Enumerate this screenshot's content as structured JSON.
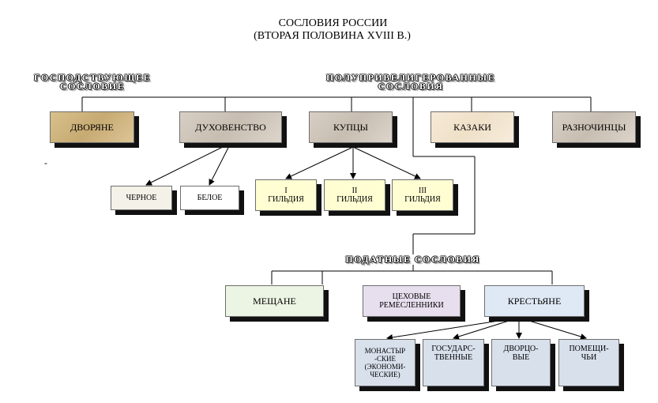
{
  "title": {
    "line1": "СОСЛОВИЯ РОССИИ",
    "line2": "(ВТОРАЯ ПОЛОВИНА XVIII В.)"
  },
  "groups": {
    "ruling_line1": "ГОСПОДСТВУЮЩЕЕ",
    "ruling_line2": "СОСЛОВИЕ",
    "semi_line1": "ПОЛУПРИВЕЛИГЕРОВАННЫЕ",
    "semi_line2": "СОСЛОВИЯ",
    "taxed": "ПОДАТНЫЕ СОСЛОВИЯ"
  },
  "estates": {
    "nobility": "ДВОРЯНЕ",
    "clergy": "ДУХОВЕНСТВО",
    "merchants": "КУПЦЫ",
    "cossacks": "КАЗАКИ",
    "raznochintsy": "РАЗНОЧИНЦЫ"
  },
  "clergy_types": {
    "black": "ЧЕРНОЕ",
    "white": "БЕЛОЕ"
  },
  "guilds": [
    {
      "numeral": "I",
      "label": "ГИЛЬДИЯ"
    },
    {
      "numeral": "II",
      "label": "ГИЛЬДИЯ"
    },
    {
      "numeral": "III",
      "label": "ГИЛЬДИЯ"
    }
  ],
  "taxed_estates": {
    "townspeople": "МЕЩАНЕ",
    "artisans_line1": "ЦЕХОВЫЕ",
    "artisans_line2": "РЕМЕСЛЕННИКИ",
    "peasants": "КРЕСТЬЯНЕ"
  },
  "peasant_types": {
    "monastic": [
      "МОНАСТЫР",
      "-СКИЕ",
      "(ЭКОНОМИ-",
      "ЧЕСКИЕ)"
    ],
    "state": [
      "ГОСУДАРС-",
      "ТВЕННЫЕ"
    ],
    "court": [
      "ДВОРЦО-",
      "ВЫЕ"
    ],
    "landlord": [
      "ПОМЕЩИ-",
      "ЧЬИ"
    ]
  },
  "stray_mark": "-"
}
